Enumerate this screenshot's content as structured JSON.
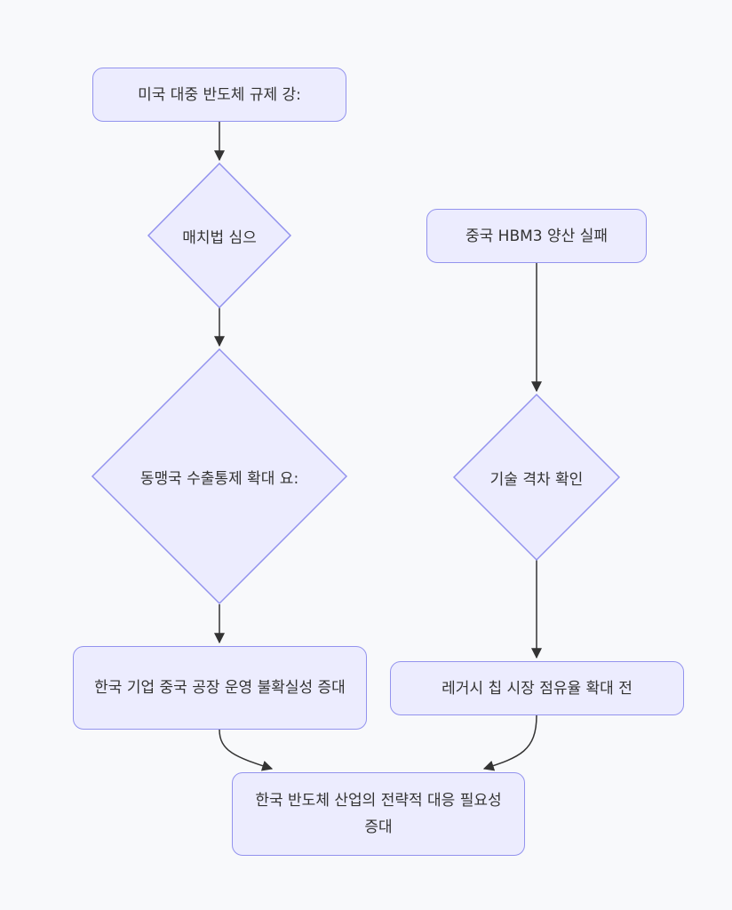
{
  "diagram": {
    "type": "flowchart",
    "direction": "top-down",
    "colors": {
      "background": "#f8f9fb",
      "node_fill": "#ececfe",
      "node_stroke": "#9393ee",
      "edge": "#333333",
      "text": "#333333"
    },
    "nodes": {
      "us_regulation": {
        "label": "미국 대중 반도체 규제 강:",
        "shape": "rounded-rect"
      },
      "match_act": {
        "label": "매치법 심으",
        "shape": "diamond"
      },
      "ally_export": {
        "label": "동맹국 수출통제 확대 요:",
        "shape": "diamond"
      },
      "korea_factory": {
        "label": "한국 기업 중국 공장 운영 불확실성 증대",
        "shape": "rounded-rect"
      },
      "china_hbm3": {
        "label": "중국 HBM3 양산 실패",
        "shape": "rounded-rect"
      },
      "tech_gap": {
        "label": "기술 격차 확인",
        "shape": "diamond"
      },
      "legacy_chip": {
        "label": "레거시 칩 시장 점유율 확대 전",
        "shape": "rounded-rect"
      },
      "korea_strategy": {
        "label": "한국 반도체 산업의 전략적 대응 필요성 증대",
        "shape": "rounded-rect"
      }
    },
    "edges": [
      {
        "from": "us_regulation",
        "to": "match_act"
      },
      {
        "from": "match_act",
        "to": "ally_export"
      },
      {
        "from": "ally_export",
        "to": "korea_factory"
      },
      {
        "from": "china_hbm3",
        "to": "tech_gap"
      },
      {
        "from": "tech_gap",
        "to": "legacy_chip"
      },
      {
        "from": "korea_factory",
        "to": "korea_strategy"
      },
      {
        "from": "legacy_chip",
        "to": "korea_strategy"
      }
    ]
  }
}
